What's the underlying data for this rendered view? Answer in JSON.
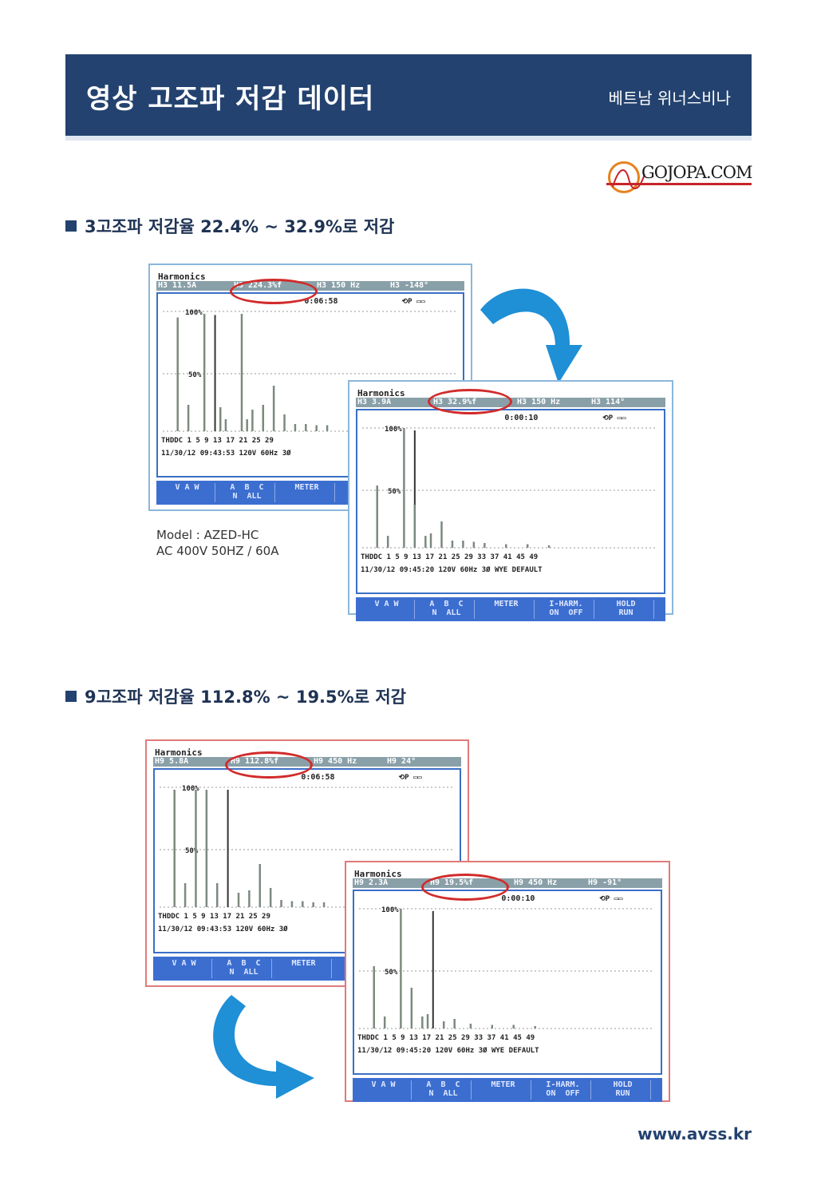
{
  "header": {
    "title": "영상 고조파 저감 데이터",
    "company": "베트남 위너스비나"
  },
  "logo": {
    "text": "GOJOPA.COM"
  },
  "sections": [
    {
      "heading": "3고조파 저감율 22.4% ~ 32.9%로 저감"
    },
    {
      "heading": "9고조파 저감율 112.8% ~ 19.5%로 저감"
    }
  ],
  "model": {
    "line1": "Model : AZED-HC",
    "line2": "AC 400V 50HZ / 60A"
  },
  "screens": {
    "s1a": {
      "title": "Harmonics",
      "h1": "H3     11.5A",
      "h2": "H3 224.3%f",
      "h3": "H3   150 Hz",
      "h4": "H3   -148°",
      "time": "0:06:58",
      "icons": "⟲P ▭▭",
      "pct100": "100%",
      "pct50": "50%",
      "axis": "THDDC  1   5   9  13  17  21  25  29",
      "stamp": "11/30/12  09:43:53    120V  60Hz 3Ø",
      "btn1": "V A W",
      "btn2": "A  B  C\nN  ALL",
      "btn3": "METER",
      "harmonic_level_pct": 224.3
    },
    "s1b": {
      "title": "Harmonics",
      "h1": "H3      3.9A",
      "h2": "H3  32.9%f",
      "h3": "H3   150 Hz",
      "h4": "H3    114°",
      "time": "0:00:10",
      "icons": "⟲P ▭▭",
      "pct100": "100%",
      "pct50": "50%",
      "axis": "THDDC  1   5   9  13  17  21  25  29  33  37  41  45  49",
      "stamp": "11/30/12  09:45:20    120V  60Hz 3Ø WYE    DEFAULT",
      "btn1": "V A W",
      "btn2": "A  B  C\nN  ALL",
      "btn3": "METER",
      "btn4": "I-HARM.\nON  OFF",
      "btn5": "HOLD\nRUN",
      "harmonic_level_pct": 32.9
    },
    "s2a": {
      "title": "Harmonics",
      "h1": "H9      5.8A",
      "h2": "H9 112.8%f",
      "h3": "H9   450 Hz",
      "h4": "H9     24°",
      "time": "0:06:58",
      "icons": "⟲P ▭▭",
      "pct100": "100%",
      "pct50": "50%",
      "axis": "THDDC  1   5   9  13  17  21  25  29",
      "stamp": "11/30/12  09:43:53    120V  60Hz 3Ø",
      "btn1": "V A W",
      "btn2": "A  B  C\nN  ALL",
      "btn3": "METER",
      "harmonic_level_pct": 112.8
    },
    "s2b": {
      "title": "Harmonics",
      "h1": "H9      2.3A",
      "h2": "H9  19.5%f",
      "h3": "H9   450 Hz",
      "h4": "H9    -91°",
      "time": "0:00:10",
      "icons": "⟲P ▭▭",
      "pct100": "100%",
      "pct50": "50%",
      "axis": "THDDC  1   5   9  13  17  21  25  29  33  37  41  45  49",
      "stamp": "11/30/12  09:45:20    120V  60Hz 3Ø WYE    DEFAULT",
      "btn1": "V A W",
      "btn2": "A  B  C\nN  ALL",
      "btn3": "METER",
      "btn4": "I-HARM.\nON  OFF",
      "btn5": "HOLD\nRUN",
      "harmonic_level_pct": 19.5
    }
  },
  "colors": {
    "banner": "#23426f",
    "accent_red": "#d22b2b",
    "arrow_blue": "#1f8fd6",
    "screen_blue": "#3c6ed0"
  },
  "footer": {
    "url": "www.avss.kr"
  }
}
